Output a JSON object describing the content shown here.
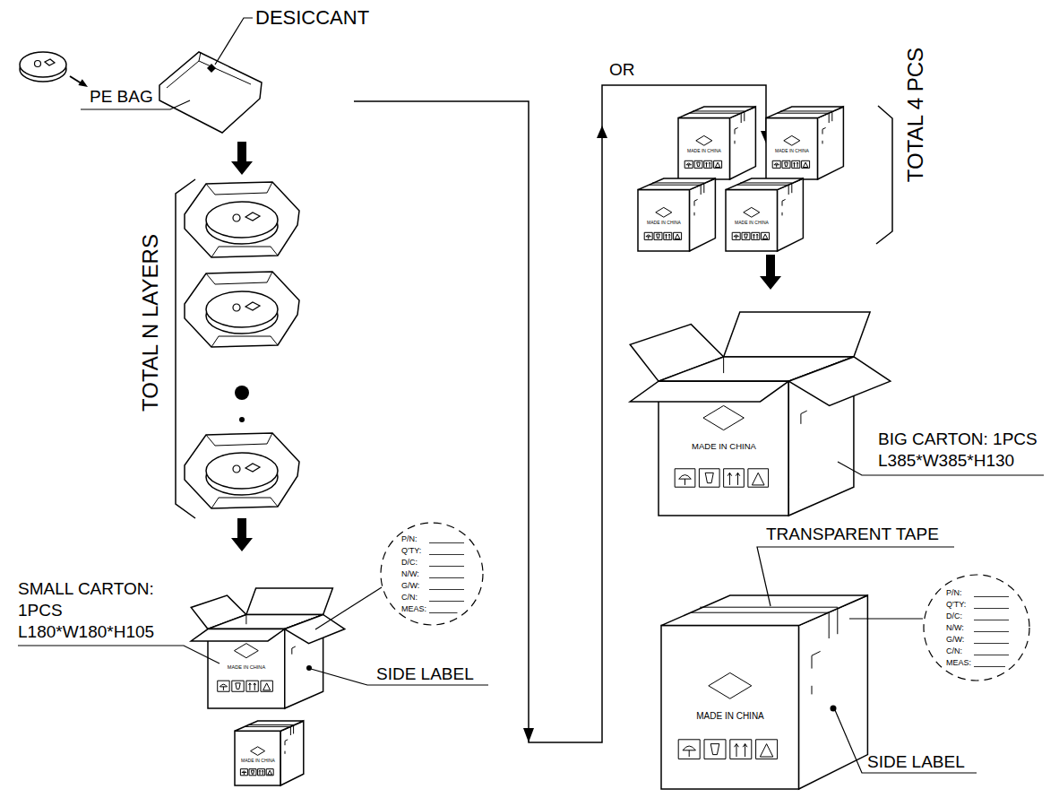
{
  "diagram": {
    "nodes": [
      {
        "text": [
          "P/N:",
          "Q'TY:",
          "D/C:",
          "N/W:",
          "G/W:",
          "C/N:",
          "MEAS:"
        ]
      },
      {
        "text": [
          "P/N:",
          "Q'TY:",
          "D/C:",
          "N/W:",
          "G/W:",
          "C/N:",
          "MEAS:"
        ]
      }
    ],
    "labels": [
      "DESICCANT",
      "PE BAG",
      "TOTAL N LAYERS",
      "SMALL CARTON: 1PCS L180*W180*H105",
      "SIDE LABEL",
      "OR",
      "TOTAL 4 PCS",
      "BIG CARTON: 1PCS L385*W385*H130",
      "TRANSPARENT TAPE",
      "SIDE LABEL",
      "MADE IN CHINA",
      "MADE IN CHINA",
      "MADE IN CHINA",
      "MADE IN CHINA",
      "MADE IN CHINA",
      "MADE IN CHINA",
      "MADE IN CHINA",
      "MADE IN CHINA"
    ]
  }
}
